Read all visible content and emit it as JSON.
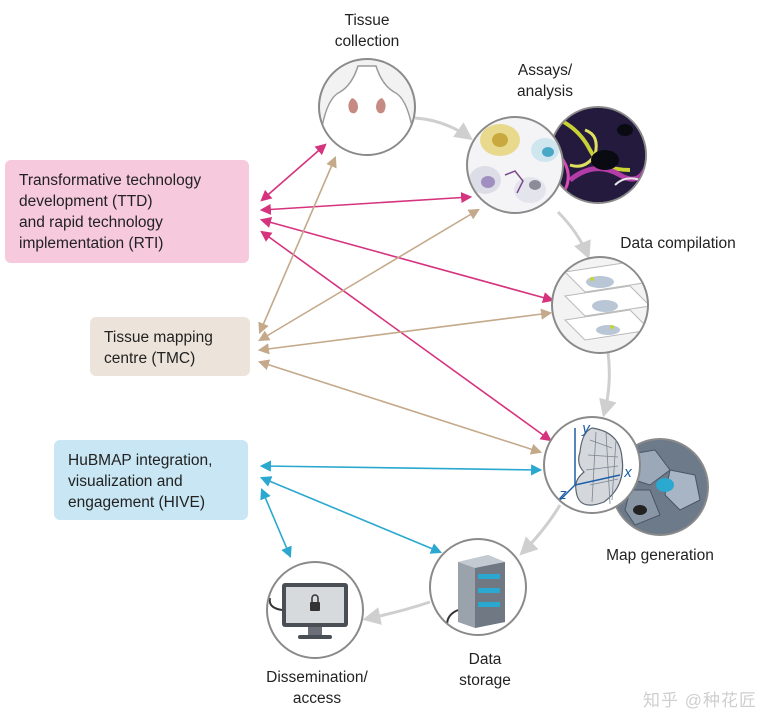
{
  "colors": {
    "ttd_box": "#f6c9dc",
    "tmc_box": "#ece4da",
    "hive_box": "#c8e6f3",
    "magenta_arrow": "#d6337f",
    "tan_arrow": "#c4a98a",
    "blue_arrow": "#2aa8cf",
    "cycle_arrow": "#cfcfcf"
  },
  "boxes": {
    "ttd": [
      "Transformative technology",
      "development (TTD)",
      "and rapid technology",
      "implementation (RTI)"
    ],
    "tmc": [
      "Tissue mapping",
      "centre (TMC)"
    ],
    "hive": [
      "HuBMAP integration,",
      "visualization and",
      "engagement (HIVE)"
    ]
  },
  "stages": {
    "tissue": [
      "Tissue",
      "collection"
    ],
    "assays": [
      "Assays/",
      "analysis"
    ],
    "compilation": [
      "Data compilation"
    ],
    "mapgen": [
      "Map generation"
    ],
    "storage": [
      "Data",
      "storage"
    ],
    "dissemination": [
      "Dissemination/",
      "access"
    ]
  },
  "axes": {
    "x": "x",
    "y": "y",
    "z": "z"
  },
  "watermark": "知乎 @种花匠",
  "icons": [
    "torso-kidney-icon",
    "cells-icon",
    "microscopy-image-icon",
    "layered-slides-icon",
    "kidney-mesh-icon",
    "tissue-map-icon",
    "server-icon",
    "monitor-lock-icon"
  ]
}
